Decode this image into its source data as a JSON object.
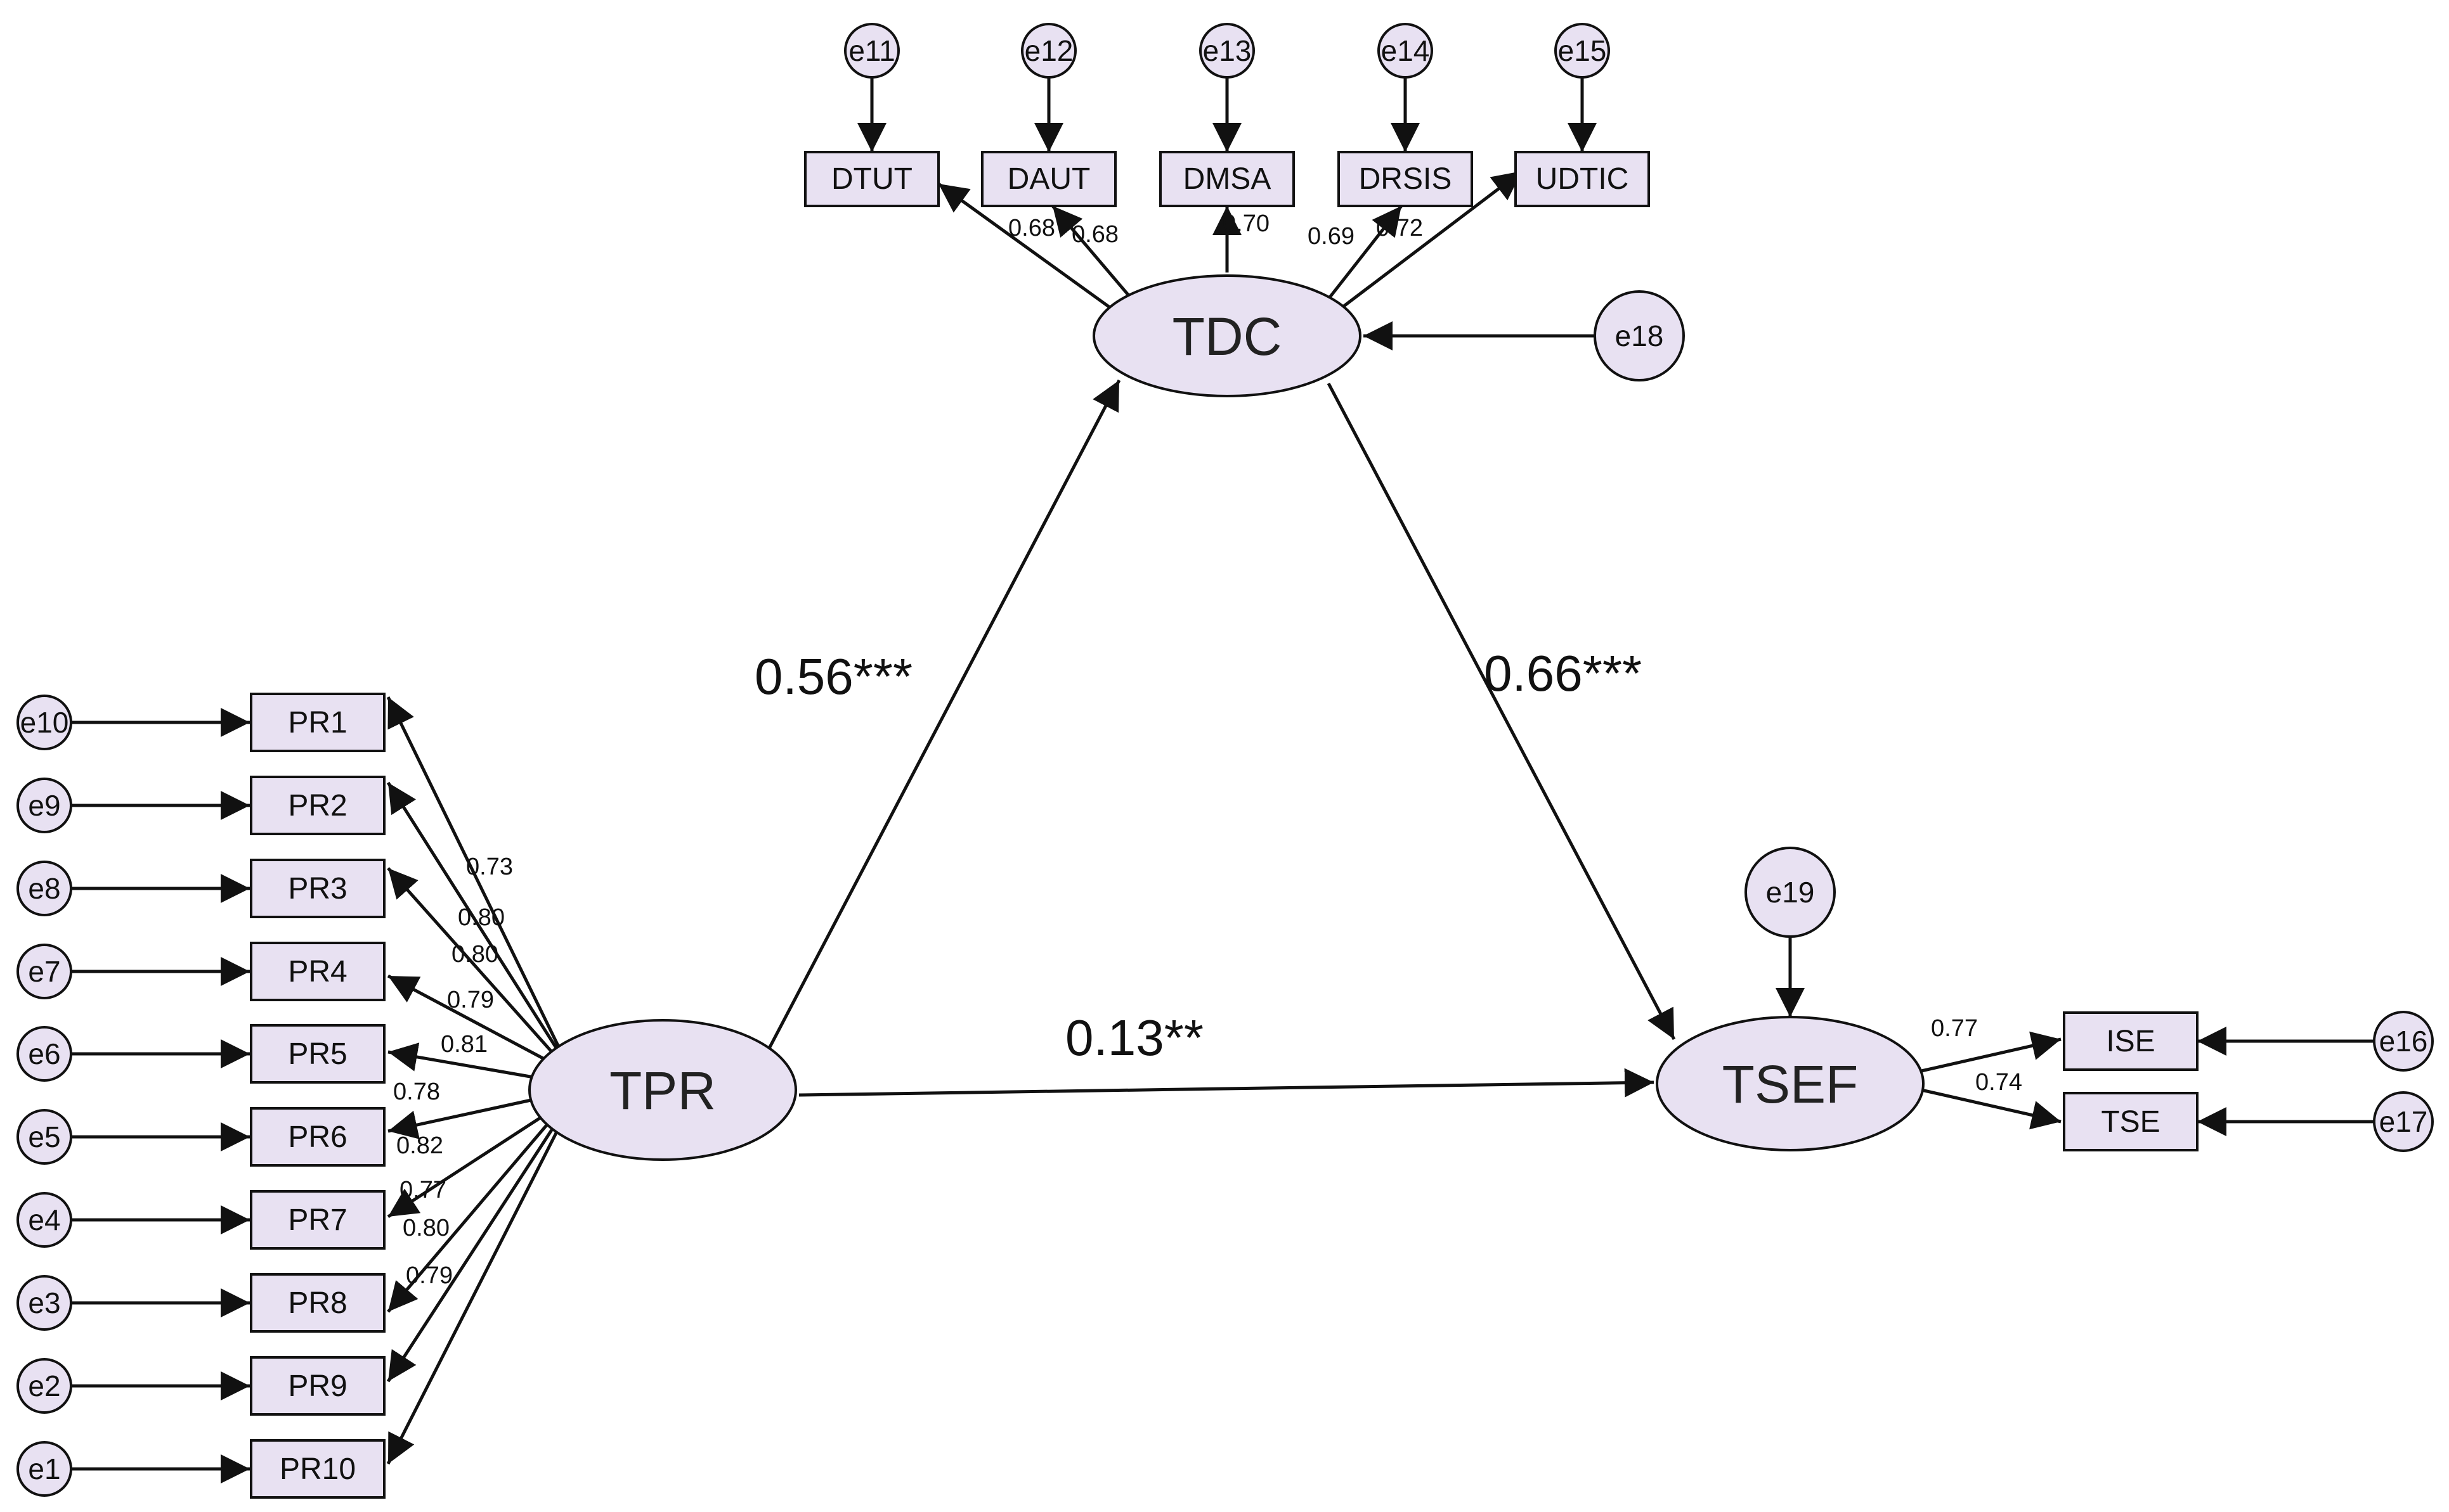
{
  "latent": {
    "tpr": "TPR",
    "tdc": "TDC",
    "tsef": "TSEF"
  },
  "indicators": {
    "pr1": "PR1",
    "pr2": "PR2",
    "pr3": "PR3",
    "pr4": "PR4",
    "pr5": "PR5",
    "pr6": "PR6",
    "pr7": "PR7",
    "pr8": "PR8",
    "pr9": "PR9",
    "pr10": "PR10",
    "dtut": "DTUT",
    "daut": "DAUT",
    "dmsa": "DMSA",
    "drsis": "DRSIS",
    "udtic": "UDTIC",
    "ise": "ISE",
    "tse": "TSE"
  },
  "errors": {
    "e1": "e1",
    "e2": "e2",
    "e3": "e3",
    "e4": "e4",
    "e5": "e5",
    "e6": "e6",
    "e7": "e7",
    "e8": "e8",
    "e9": "e9",
    "e10": "e10",
    "e11": "e11",
    "e12": "e12",
    "e13": "e13",
    "e14": "e14",
    "e15": "e15",
    "e16": "e16",
    "e17": "e17",
    "e18": "e18",
    "e19": "e19"
  },
  "loadings": {
    "pr1": "0.73",
    "pr2": "0.80",
    "pr3": "0.80",
    "pr4": "0.79",
    "pr5": "0.81",
    "pr6": "0.78",
    "pr7": "0.82",
    "pr8": "0.77",
    "pr9": "0.80",
    "pr10": "0.79",
    "dtut": "0.68",
    "daut": "0.68",
    "dmsa": "0.70",
    "drsis": "0.69",
    "udtic": "0.72",
    "ise": "0.77",
    "tse": "0.74"
  },
  "paths": {
    "tpr_tdc": "0.56***",
    "tdc_tsef": "0.66***",
    "tpr_tsef": "0.13**"
  }
}
